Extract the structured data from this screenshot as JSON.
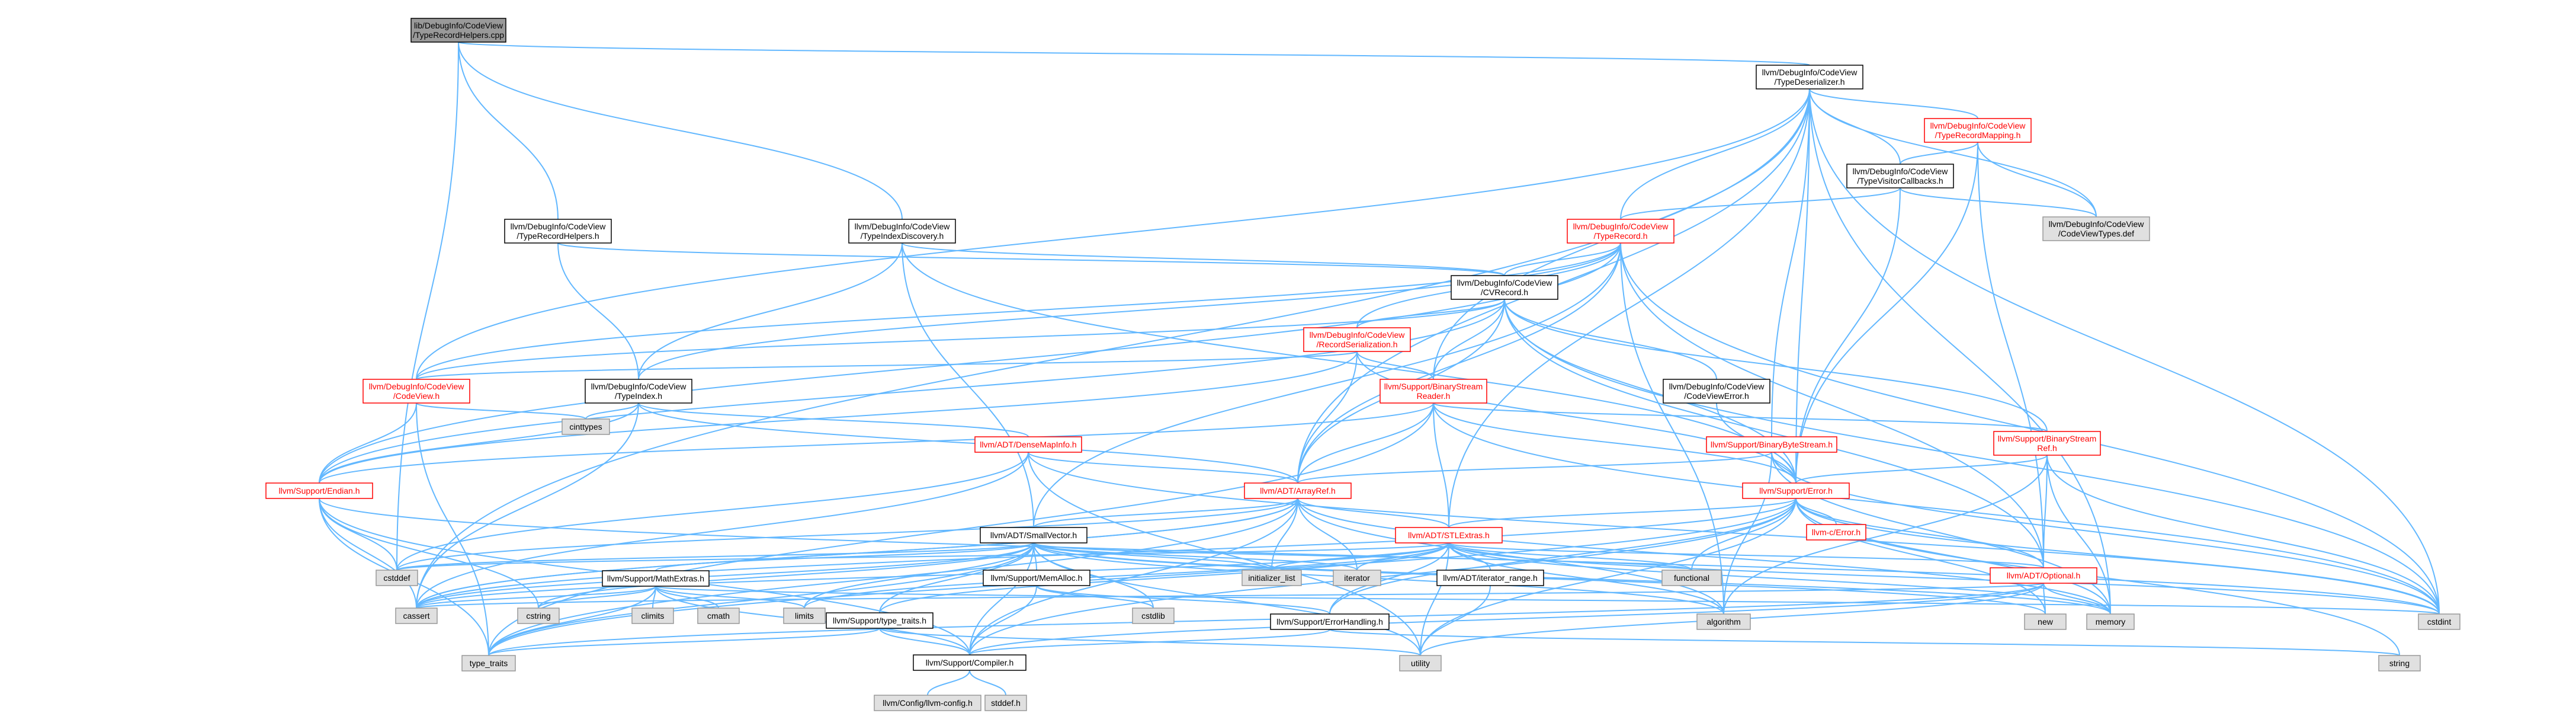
{
  "colors": {
    "background": "#ffffff",
    "edge": "#63b8ff",
    "root_fill": "#999999",
    "node_fill": "#ffffff",
    "node_stroke": "#000000",
    "red_stroke": "#ff0000",
    "red_text": "#ff0000",
    "system_fill": "#e0e0e0",
    "system_stroke": "#999999"
  },
  "nodes": [
    {
      "id": "root",
      "lines": [
        "lib/DebugInfo/CodeView",
        "/TypeRecordHelpers.cpp"
      ],
      "style": "root"
    },
    {
      "id": "typedeser",
      "lines": [
        "llvm/DebugInfo/CodeView",
        "/TypeDeserializer.h"
      ],
      "style": "normal"
    },
    {
      "id": "typerecordmapping",
      "lines": [
        "llvm/DebugInfo/CodeView",
        "/TypeRecordMapping.h"
      ],
      "style": "red"
    },
    {
      "id": "typevisitorcb",
      "lines": [
        "llvm/DebugInfo/CodeView",
        "/TypeVisitorCallbacks.h"
      ],
      "style": "normal"
    },
    {
      "id": "codeviewtypes",
      "lines": [
        "llvm/DebugInfo/CodeView",
        "/CodeViewTypes.def"
      ],
      "style": "system"
    },
    {
      "id": "typerecordhelpers",
      "lines": [
        "llvm/DebugInfo/CodeView",
        "/TypeRecordHelpers.h"
      ],
      "style": "normal"
    },
    {
      "id": "typeindexdisc",
      "lines": [
        "llvm/DebugInfo/CodeView",
        "/TypeIndexDiscovery.h"
      ],
      "style": "normal"
    },
    {
      "id": "typerecord",
      "lines": [
        "llvm/DebugInfo/CodeView",
        "/TypeRecord.h"
      ],
      "style": "red"
    },
    {
      "id": "cvrecord",
      "lines": [
        "llvm/DebugInfo/CodeView",
        "/CVRecord.h"
      ],
      "style": "normal"
    },
    {
      "id": "recordser",
      "lines": [
        "llvm/DebugInfo/CodeView",
        "/RecordSerialization.h"
      ],
      "style": "red"
    },
    {
      "id": "codeview",
      "lines": [
        "llvm/DebugInfo/CodeView",
        "/CodeView.h"
      ],
      "style": "red"
    },
    {
      "id": "typeindex",
      "lines": [
        "llvm/DebugInfo/CodeView",
        "/TypeIndex.h"
      ],
      "style": "normal"
    },
    {
      "id": "cvtypes_cinttypes",
      "lines": [
        "cinttypes"
      ],
      "style": "system"
    },
    {
      "id": "binstreamreader",
      "lines": [
        "llvm/Support/BinaryStream",
        "Reader.h"
      ],
      "style": "red"
    },
    {
      "id": "cverror",
      "lines": [
        "llvm/DebugInfo/CodeView",
        "/CodeViewError.h"
      ],
      "style": "normal"
    },
    {
      "id": "densemapinfo",
      "lines": [
        "llvm/ADT/DenseMapInfo.h"
      ],
      "style": "red"
    },
    {
      "id": "binbytestream",
      "lines": [
        "llvm/Support/BinaryByteStream.h"
      ],
      "style": "red"
    },
    {
      "id": "binstreamref",
      "lines": [
        "llvm/Support/BinaryStream",
        "Ref.h"
      ],
      "style": "red"
    },
    {
      "id": "endian",
      "lines": [
        "llvm/Support/Endian.h"
      ],
      "style": "red"
    },
    {
      "id": "arrayref",
      "lines": [
        "llvm/ADT/ArrayRef.h"
      ],
      "style": "red"
    },
    {
      "id": "error",
      "lines": [
        "llvm/Support/Error.h"
      ],
      "style": "red"
    },
    {
      "id": "cerror",
      "lines": [
        "llvm-c/Error.h"
      ],
      "style": "red"
    },
    {
      "id": "smallvector",
      "lines": [
        "llvm/ADT/SmallVector.h"
      ],
      "style": "normal"
    },
    {
      "id": "stlextras",
      "lines": [
        "llvm/ADT/STLExtras.h"
      ],
      "style": "red"
    },
    {
      "id": "optional",
      "lines": [
        "llvm/ADT/Optional.h"
      ],
      "style": "red"
    },
    {
      "id": "cstddef",
      "lines": [
        "cstddef"
      ],
      "style": "system"
    },
    {
      "id": "mathextras",
      "lines": [
        "llvm/Support/MathExtras.h"
      ],
      "style": "normal"
    },
    {
      "id": "memalloc",
      "lines": [
        "llvm/Support/MemAlloc.h"
      ],
      "style": "normal"
    },
    {
      "id": "initlist",
      "lines": [
        "initializer_list"
      ],
      "style": "system"
    },
    {
      "id": "iterator",
      "lines": [
        "iterator"
      ],
      "style": "system"
    },
    {
      "id": "iterrange",
      "lines": [
        "llvm/ADT/iterator_range.h"
      ],
      "style": "normal"
    },
    {
      "id": "functional",
      "lines": [
        "functional"
      ],
      "style": "system"
    },
    {
      "id": "cassert",
      "lines": [
        "cassert"
      ],
      "style": "system"
    },
    {
      "id": "cstring",
      "lines": [
        "cstring"
      ],
      "style": "system"
    },
    {
      "id": "climits",
      "lines": [
        "climits"
      ],
      "style": "system"
    },
    {
      "id": "cmath",
      "lines": [
        "cmath"
      ],
      "style": "system"
    },
    {
      "id": "limits",
      "lines": [
        "limits"
      ],
      "style": "system"
    },
    {
      "id": "typetraits_llvm",
      "lines": [
        "llvm/Support/type_traits.h"
      ],
      "style": "normal"
    },
    {
      "id": "cstdlib",
      "lines": [
        "cstdlib"
      ],
      "style": "system"
    },
    {
      "id": "errorhandling",
      "lines": [
        "llvm/Support/ErrorHandling.h"
      ],
      "style": "normal"
    },
    {
      "id": "algorithm",
      "lines": [
        "algorithm"
      ],
      "style": "system"
    },
    {
      "id": "new",
      "lines": [
        "new"
      ],
      "style": "system"
    },
    {
      "id": "memory",
      "lines": [
        "memory"
      ],
      "style": "system"
    },
    {
      "id": "cstdint",
      "lines": [
        "cstdint"
      ],
      "style": "system"
    },
    {
      "id": "type_traits",
      "lines": [
        "type_traits"
      ],
      "style": "system"
    },
    {
      "id": "utility",
      "lines": [
        "utility"
      ],
      "style": "system"
    },
    {
      "id": "string",
      "lines": [
        "string"
      ],
      "style": "system"
    },
    {
      "id": "compiler",
      "lines": [
        "llvm/Support/Compiler.h"
      ],
      "style": "normal"
    },
    {
      "id": "config",
      "lines": [
        "llvm/Config/llvm-config.h"
      ],
      "style": "system"
    },
    {
      "id": "stddef",
      "lines": [
        "stddef.h"
      ],
      "style": "system"
    }
  ],
  "edges": [
    [
      "root",
      "typedeser"
    ],
    [
      "root",
      "typerecordhelpers"
    ],
    [
      "root",
      "typeindexdisc"
    ],
    [
      "root",
      "cstddef"
    ],
    [
      "typedeser",
      "arrayref"
    ],
    [
      "typedeser",
      "typerecord"
    ],
    [
      "typedeser",
      "typerecordmapping"
    ],
    [
      "typedeser",
      "typevisitorcb"
    ],
    [
      "typedeser",
      "codeviewtypes"
    ],
    [
      "typedeser",
      "binbytestream"
    ],
    [
      "typedeser",
      "binstreamreader"
    ],
    [
      "typedeser",
      "error"
    ],
    [
      "typedeser",
      "stlextras"
    ],
    [
      "typedeser",
      "cassert"
    ],
    [
      "typedeser",
      "cstdint"
    ],
    [
      "typedeser",
      "memory"
    ],
    [
      "typedeser",
      "codeview"
    ],
    [
      "typerecordmapping",
      "typevisitorcb"
    ],
    [
      "typerecordmapping",
      "codeviewtypes"
    ],
    [
      "typerecordmapping",
      "optional"
    ],
    [
      "typerecordmapping",
      "error"
    ],
    [
      "typevisitorcb",
      "typerecord"
    ],
    [
      "typevisitorcb",
      "codeviewtypes"
    ],
    [
      "typevisitorcb",
      "error"
    ],
    [
      "typerecordhelpers",
      "typeindex"
    ],
    [
      "typerecordhelpers",
      "cvrecord"
    ],
    [
      "typeindexdisc",
      "cvrecord"
    ],
    [
      "typeindexdisc",
      "typeindex"
    ],
    [
      "typeindexdisc",
      "smallvector"
    ],
    [
      "typeindexdisc",
      "error"
    ],
    [
      "typerecord",
      "cvrecord"
    ],
    [
      "typerecord",
      "arrayref"
    ],
    [
      "typerecord",
      "codeview"
    ],
    [
      "typerecord",
      "typeindex"
    ],
    [
      "typerecord",
      "endian"
    ],
    [
      "typerecord",
      "optional"
    ],
    [
      "typerecord",
      "algorithm"
    ],
    [
      "typerecord",
      "cstdint"
    ],
    [
      "typerecord",
      "smallvector"
    ],
    [
      "typerecord",
      "recordser"
    ],
    [
      "cvrecord",
      "arrayref"
    ],
    [
      "cvrecord",
      "optional"
    ],
    [
      "cvrecord",
      "codeview"
    ],
    [
      "cvrecord",
      "recordser"
    ],
    [
      "cvrecord",
      "cverror"
    ],
    [
      "cvrecord",
      "binstreamreader"
    ],
    [
      "cvrecord",
      "binstreamref"
    ],
    [
      "cvrecord",
      "endian"
    ],
    [
      "cvrecord",
      "error"
    ],
    [
      "cvrecord",
      "cstdint"
    ],
    [
      "recordser",
      "arrayref"
    ],
    [
      "recordser",
      "codeview"
    ],
    [
      "recordser",
      "binstreamreader"
    ],
    [
      "recordser",
      "endian"
    ],
    [
      "recordser",
      "error"
    ],
    [
      "recordser",
      "cinttypes"
    ],
    [
      "codeview",
      "endian"
    ],
    [
      "codeview",
      "cvtypes_cinttypes"
    ],
    [
      "codeview",
      "type_traits"
    ],
    [
      "typeindex",
      "endian"
    ],
    [
      "typeindex",
      "densemapinfo"
    ],
    [
      "typeindex",
      "arrayref"
    ],
    [
      "typeindex",
      "cassert"
    ],
    [
      "typeindex",
      "cvtypes_cinttypes"
    ],
    [
      "binstreamreader",
      "arrayref"
    ],
    [
      "binstreamreader",
      "stlextras"
    ],
    [
      "binstreamreader",
      "binstreamref"
    ],
    [
      "binstreamreader",
      "endian"
    ],
    [
      "binstreamreader",
      "error"
    ],
    [
      "binstreamreader",
      "type_traits"
    ],
    [
      "binstreamreader",
      "cstdint"
    ],
    [
      "cverror",
      "error"
    ],
    [
      "densemapinfo",
      "arrayref"
    ],
    [
      "densemapinfo",
      "cassert"
    ],
    [
      "densemapinfo",
      "cstddef"
    ],
    [
      "densemapinfo",
      "cstdint"
    ],
    [
      "densemapinfo",
      "utility"
    ],
    [
      "binbytestream",
      "arrayref"
    ],
    [
      "binbytestream",
      "error"
    ],
    [
      "binbytestream",
      "memory"
    ],
    [
      "binbytestream",
      "algorithm"
    ],
    [
      "binbytestream",
      "cstdint"
    ],
    [
      "binstreamref",
      "optional"
    ],
    [
      "binstreamref",
      "error"
    ],
    [
      "binstreamref",
      "algorithm"
    ],
    [
      "binstreamref",
      "cstdint"
    ],
    [
      "binstreamref",
      "memory"
    ],
    [
      "endian",
      "compiler"
    ],
    [
      "endian",
      "cassert"
    ],
    [
      "endian",
      "cstddef"
    ],
    [
      "endian",
      "cstdint"
    ],
    [
      "endian",
      "cstring"
    ],
    [
      "endian",
      "type_traits"
    ],
    [
      "arrayref",
      "smallvector"
    ],
    [
      "arrayref",
      "stlextras"
    ],
    [
      "arrayref",
      "compiler"
    ],
    [
      "arrayref",
      "algorithm"
    ],
    [
      "arrayref",
      "array_cassert"
    ],
    [
      "arrayref",
      "cstddef"
    ],
    [
      "arrayref",
      "initlist"
    ],
    [
      "arrayref",
      "iterator"
    ],
    [
      "arrayref",
      "memory"
    ],
    [
      "arrayref",
      "type_traits"
    ],
    [
      "arrayref",
      "vector_cassert"
    ],
    [
      "error",
      "cerror"
    ],
    [
      "error",
      "stlextras"
    ],
    [
      "error",
      "compiler"
    ],
    [
      "error",
      "errorhandling"
    ],
    [
      "error",
      "cstdint"
    ],
    [
      "error",
      "cassert"
    ],
    [
      "error",
      "functional"
    ],
    [
      "error",
      "memory"
    ],
    [
      "error",
      "new"
    ],
    [
      "error",
      "optional"
    ],
    [
      "error",
      "string"
    ],
    [
      "error",
      "type_traits"
    ],
    [
      "error",
      "utility"
    ],
    [
      "smallvector",
      "compiler"
    ],
    [
      "smallvector",
      "type_traits"
    ],
    [
      "smallvector",
      "mathextras"
    ],
    [
      "smallvector",
      "memalloc"
    ],
    [
      "smallvector",
      "algorithm"
    ],
    [
      "smallvector",
      "cassert"
    ],
    [
      "smallvector",
      "cstddef"
    ],
    [
      "smallvector",
      "cstdlib"
    ],
    [
      "smallvector",
      "cstring"
    ],
    [
      "smallvector",
      "functional"
    ],
    [
      "smallvector",
      "initlist"
    ],
    [
      "smallvector",
      "iterator"
    ],
    [
      "smallvector",
      "limits"
    ],
    [
      "smallvector",
      "memory"
    ],
    [
      "smallvector",
      "new"
    ],
    [
      "smallvector",
      "utility"
    ],
    [
      "smallvector",
      "typetraits_llvm"
    ],
    [
      "stlextras",
      "iterrange"
    ],
    [
      "stlextras",
      "optional"
    ],
    [
      "stlextras",
      "algorithm"
    ],
    [
      "stlextras",
      "cassert"
    ],
    [
      "stlextras",
      "cstddef"
    ],
    [
      "stlextras",
      "cstdint"
    ],
    [
      "stlextras",
      "functional"
    ],
    [
      "stlextras",
      "initlist"
    ],
    [
      "stlextras",
      "iterator"
    ],
    [
      "stlextras",
      "limits"
    ],
    [
      "stlextras",
      "memory"
    ],
    [
      "stlextras",
      "utility"
    ],
    [
      "stlextras",
      "typetraits_llvm"
    ],
    [
      "stlextras",
      "errorhandling"
    ],
    [
      "optional",
      "compiler"
    ],
    [
      "optional",
      "type_traits"
    ],
    [
      "optional",
      "cassert"
    ],
    [
      "optional",
      "memory"
    ],
    [
      "optional",
      "new"
    ],
    [
      "optional",
      "utility"
    ],
    [
      "mathextras",
      "compiler"
    ],
    [
      "mathextras",
      "cassert"
    ],
    [
      "mathextras",
      "climits"
    ],
    [
      "mathextras",
      "cmath"
    ],
    [
      "mathextras",
      "cstdint"
    ],
    [
      "mathextras",
      "cstring"
    ],
    [
      "mathextras",
      "limits"
    ],
    [
      "mathextras",
      "type_traits"
    ],
    [
      "memalloc",
      "compiler"
    ],
    [
      "memalloc",
      "errorhandling"
    ],
    [
      "memalloc",
      "cstdlib"
    ],
    [
      "iterrange",
      "utility"
    ],
    [
      "typetraits_llvm",
      "compiler"
    ],
    [
      "typetraits_llvm",
      "type_traits"
    ],
    [
      "typetraits_llvm",
      "utility"
    ],
    [
      "errorhandling",
      "compiler"
    ],
    [
      "errorhandling",
      "string"
    ],
    [
      "compiler",
      "config"
    ],
    [
      "compiler",
      "stddef"
    ]
  ]
}
